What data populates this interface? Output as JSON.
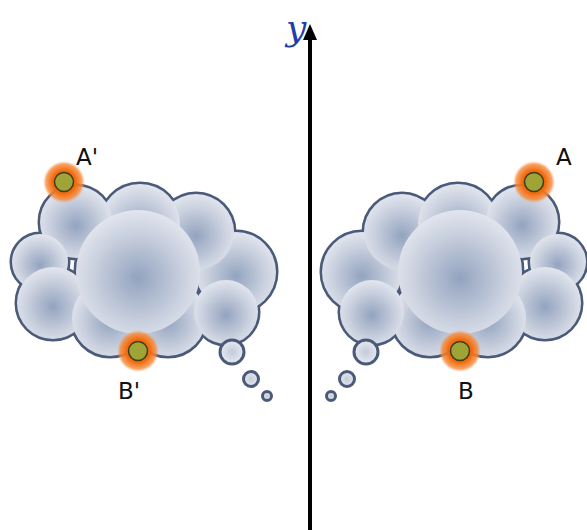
{
  "diagram": {
    "labels": [
      "y",
      "A'",
      "A",
      "B'",
      "B"
    ]
  }
}
